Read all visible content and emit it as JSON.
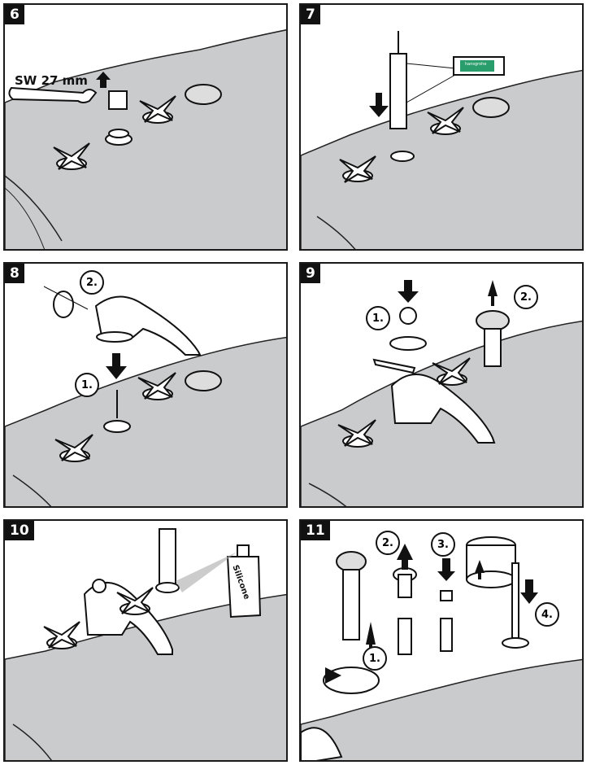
{
  "panels": [
    {
      "number": "6"
    },
    {
      "number": "7"
    },
    {
      "number": "8"
    },
    {
      "number": "9"
    },
    {
      "number": "10"
    },
    {
      "number": "11"
    }
  ],
  "step6": {
    "wrench_label": "SW 27 mm"
  },
  "step7": {
    "tube_label": "hansgrohe"
  },
  "step8": {
    "callouts": [
      "2.",
      "1."
    ]
  },
  "step9": {
    "callouts": [
      "1.",
      "2."
    ]
  },
  "step10": {
    "bottle_label": "Silicone"
  },
  "step11": {
    "callouts": [
      "2.",
      "3.",
      "1.",
      "4."
    ]
  },
  "colors": {
    "frame": "#1a1a1a",
    "deck": "#c9cbcd",
    "tube_green": "#2a9d6c",
    "black": "#111111"
  }
}
